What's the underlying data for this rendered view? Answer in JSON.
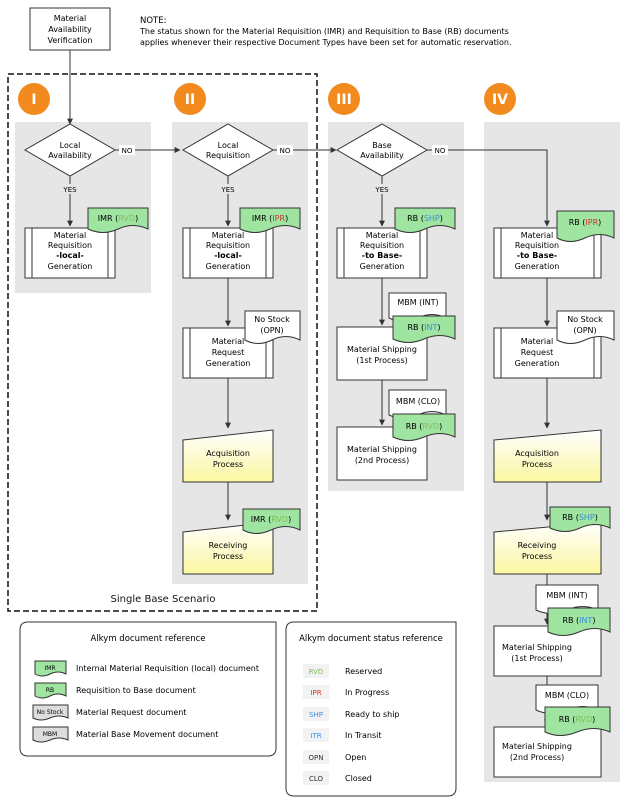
{
  "start": {
    "line1": "Material",
    "line2": "Availability",
    "line3": "Verification"
  },
  "note": {
    "title": "NOTE:",
    "line1": "The status shown for the Material Requisition (IMR) and Requisition to Base (RB) documents",
    "line2": "applies whenever their respective Document Types have been set for automatic reservation."
  },
  "columns": [
    "I",
    "II",
    "III",
    "IV"
  ],
  "single_base_label": "Single Base Scenario",
  "decisions": {
    "local_availability": [
      "Local",
      "Availability"
    ],
    "local_requisition": [
      "Local",
      "Requisition"
    ],
    "base_availability": [
      "Base",
      "Availability"
    ],
    "yes": "YES",
    "no": "NO"
  },
  "processes": {
    "req_local": [
      "Material",
      "Requisition",
      "-local-",
      "Generation"
    ],
    "req_to_base": [
      "Material",
      "Requisition",
      "-to Base-",
      "Generation"
    ],
    "request_gen": [
      "Material",
      "Request",
      "Generation"
    ],
    "acquisition": [
      "Acquisition",
      "Process"
    ],
    "receiving": [
      "Receiving",
      "Process"
    ],
    "ship1": [
      "Material Shipping",
      "(1st Process)"
    ],
    "ship2": [
      "Material Shipping",
      "(2nd Process)"
    ]
  },
  "docs": {
    "imr": "IMR",
    "rb": "RB",
    "mbm": "MBM",
    "no_stock": "No Stock",
    "no_stock_short": "No Stock"
  },
  "statuses": {
    "RVD": {
      "code": "RVD",
      "label": "Reserved",
      "color": "#7fbf5a"
    },
    "IPR": {
      "code": "IPR",
      "label": "In Progress",
      "color": "#d0302a"
    },
    "SHP": {
      "code": "SHP",
      "label": "Ready to ship",
      "color": "#3b8fd9"
    },
    "ITR": {
      "code": "ITR",
      "label": "In Transit",
      "color": "#3b8fd9"
    },
    "INT": {
      "code": "INT",
      "label": "",
      "color": "#3b8fd9"
    },
    "OPN": {
      "code": "OPN",
      "label": "Open",
      "color": "#333333"
    },
    "CLO": {
      "code": "CLO",
      "label": "Closed",
      "color": "#333333"
    }
  },
  "doc_reference": {
    "title": "Alkym document reference",
    "items": [
      {
        "tag": "IMR",
        "label": "Internal Material Requisition (local) document",
        "green": true
      },
      {
        "tag": "RB",
        "label": "Requisition to Base document",
        "green": true
      },
      {
        "tag": "No Stock",
        "label": "Material Request document",
        "green": false
      },
      {
        "tag": "MBM",
        "label": "Material Base Movement document",
        "green": false
      }
    ]
  },
  "status_reference": {
    "title": "Alkym document status reference",
    "items": [
      {
        "code": "RVD",
        "label": "Reserved",
        "color": "#7fbf5a"
      },
      {
        "code": "IPR",
        "label": "In Progress",
        "color": "#d0302a"
      },
      {
        "code": "SHP",
        "label": "Ready to ship",
        "color": "#3b8fd9"
      },
      {
        "code": "ITR",
        "label": "In Transit",
        "color": "#3b8fd9"
      },
      {
        "code": "OPN",
        "label": "Open",
        "color": "#333333"
      },
      {
        "code": "CLO",
        "label": "Closed",
        "color": "#333333"
      }
    ]
  },
  "colors": {
    "badge": "#f28a1e",
    "panel": "#e6e6e6",
    "doc_green": "#9fe4a0",
    "yellow_top": "#ffffff",
    "yellow_bottom": "#fbf7a0"
  }
}
